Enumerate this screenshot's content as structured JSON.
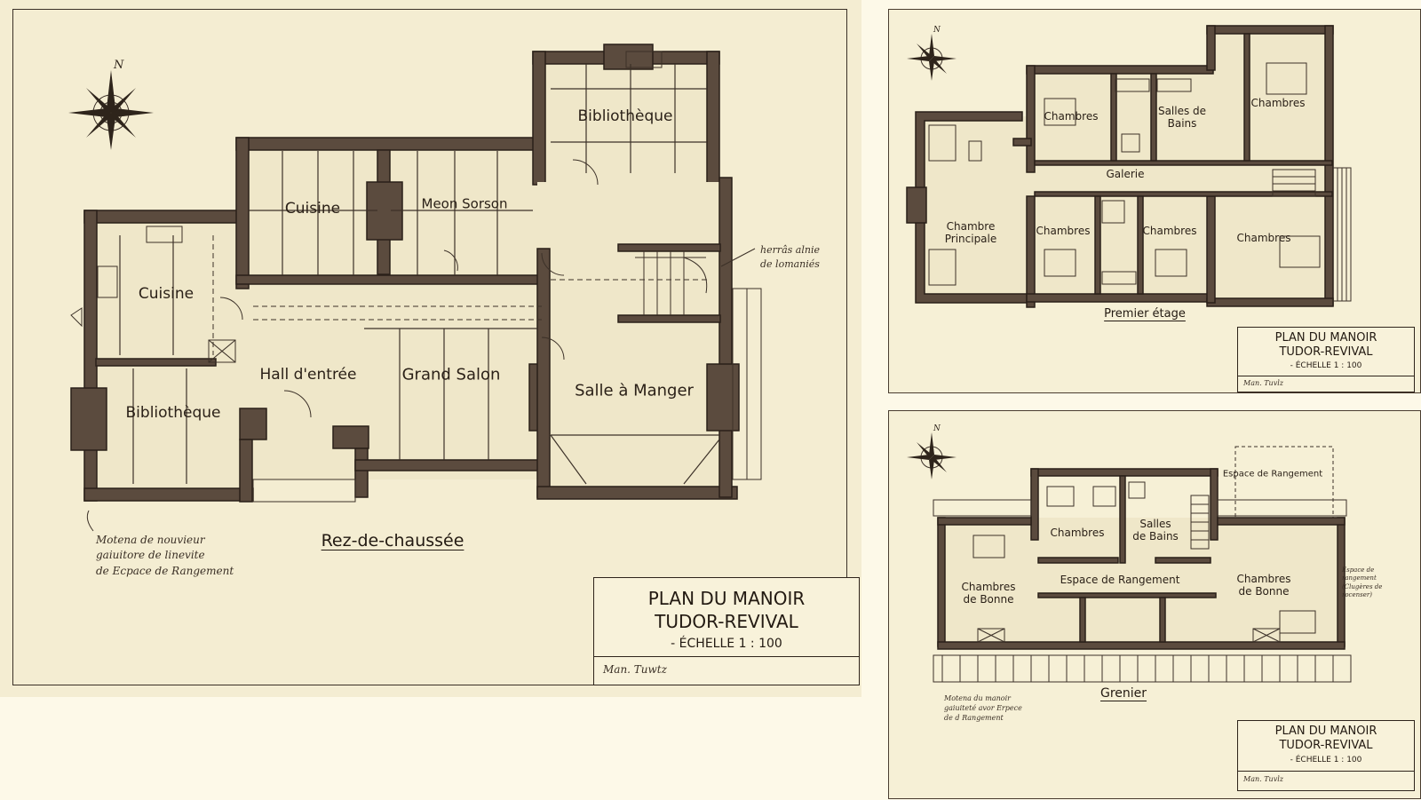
{
  "ground_floor": {
    "rooms": {
      "bibliotheque_top": "Bibliothèque",
      "cuisine_top": "Cuisine",
      "meon_sorson": "Meon Sorson",
      "cuisine": "Cuisine",
      "hall": "Hall d'entrée",
      "grand_salon": "Grand Salon",
      "salle_manger": "Salle à Manger",
      "bibliotheque": "Bibliothèque"
    },
    "note_right": [
      "herrâs alnie",
      "de lomaniés"
    ],
    "note_left": [
      "Motena de nouvieur",
      "gaiuitore de linevite",
      "de Ecpace de Rangement"
    ],
    "caption": "Rez-de-chaussée",
    "title_block": {
      "line1": "PLAN DU MANOIR",
      "line2": "TUDOR-REVIVAL",
      "scale": "- ÉCHELLE 1 : 100",
      "signature": "Man. Tuwtz"
    }
  },
  "first_floor": {
    "rooms": {
      "chambres_1": "Chambres",
      "salles_bains": [
        "Salles de",
        "Bains"
      ],
      "chambres_2": "Chambres",
      "galerie": "Galerie",
      "chambre_principale": [
        "Chambre",
        "Principale"
      ],
      "chambres_3": "Chambres",
      "chambres_4": "Chambres",
      "chambres_5": "Chambres"
    },
    "caption": "Premier étage",
    "title_block": {
      "line1": "PLAN DU MANOIR",
      "line2": "TUDOR-REVIVAL",
      "scale": "- ÉCHELLE 1 : 100",
      "signature": "Man. Tuvlz"
    }
  },
  "attic": {
    "rooms": {
      "espace_rangement_top": "Espace de Rangement",
      "chambres": "Chambres",
      "salles_bains": [
        "Salles",
        "de Bains"
      ],
      "chambres_bonne_left": [
        "Chambres",
        "de Bonne"
      ],
      "espace_rangement": "Espace de Rangement",
      "chambres_bonne_right": [
        "Chambres",
        "de Bonne"
      ]
    },
    "note_right": [
      "Espace de",
      "rangement",
      "(Clugères de",
      "rocenser)"
    ],
    "note_left": [
      "Motena du manoir",
      "gaiuiteté avor Erpece",
      "de d Rangement"
    ],
    "caption": "Grenier",
    "title_block": {
      "line1": "PLAN DU MANOIR",
      "line2": "TUDOR-REVIVAL",
      "scale": "- ÉCHELLE 1 : 100",
      "signature": "Man. Tuvlz"
    }
  },
  "compass_letter": "N",
  "colors": {
    "wall": "#5b4b3e",
    "paper": "#f4edd2",
    "ink": "#2e241b"
  }
}
